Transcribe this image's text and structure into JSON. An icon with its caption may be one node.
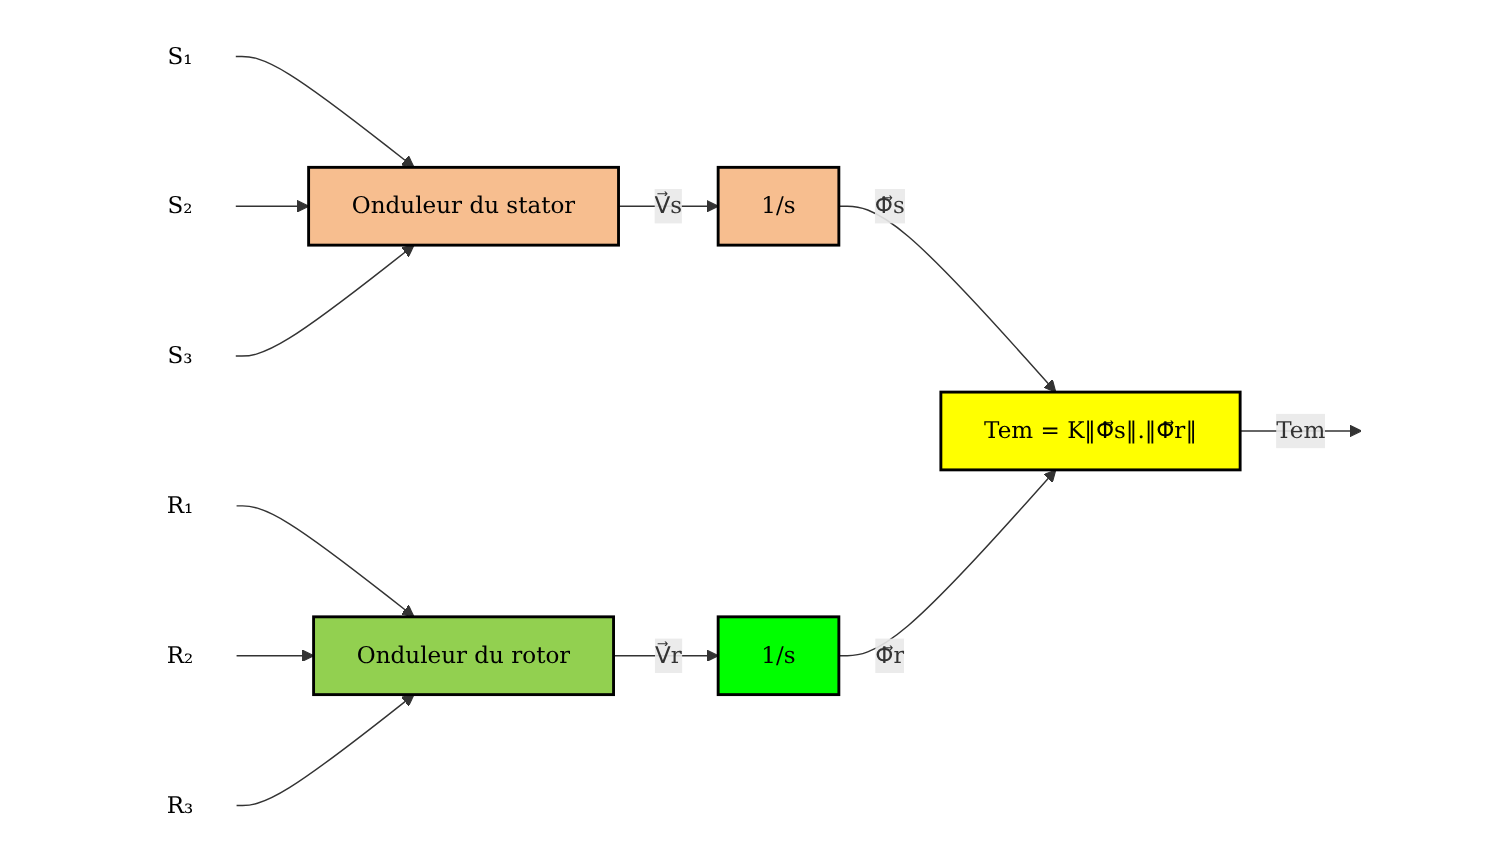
{
  "diagram": {
    "nodes": [
      {
        "text": [
          "S₁"
        ]
      },
      {
        "text": [
          "S₂"
        ]
      },
      {
        "text": [
          "S₃"
        ]
      },
      {
        "text": [
          "Onduleur du stator"
        ]
      },
      {
        "text": [
          "1/s"
        ]
      },
      {
        "text": [
          "Tem = K‖Φ⃗s‖.‖Φ⃗r‖"
        ]
      },
      {
        "text": [
          "R₁"
        ]
      },
      {
        "text": [
          "R₂"
        ]
      },
      {
        "text": [
          "R₃"
        ]
      },
      {
        "text": [
          "Onduleur du rotor"
        ]
      },
      {
        "text": [
          "1/s"
        ]
      }
    ],
    "edges": [
      {
        "from": 0,
        "to": 3,
        "arrow": "to"
      },
      {
        "from": 1,
        "to": 3,
        "arrow": "to"
      },
      {
        "from": 2,
        "to": 3,
        "arrow": "to"
      },
      {
        "from": 3,
        "to": 4,
        "arrow": "to",
        "label": "V⃗s"
      },
      {
        "from": 4,
        "to": 5,
        "arrow": "to",
        "label": "Φ⃗s"
      },
      {
        "from": 10,
        "to": 5,
        "arrow": "to",
        "label": "Φ⃗r"
      },
      {
        "from": 5,
        "to": null,
        "arrow": "to",
        "label": "Tem"
      },
      {
        "from": 6,
        "to": 9,
        "arrow": "to"
      },
      {
        "from": 7,
        "to": 9,
        "arrow": "to"
      },
      {
        "from": 8,
        "to": 9,
        "arrow": "to"
      },
      {
        "from": 9,
        "to": 10,
        "arrow": "to",
        "label": "V⃗r"
      }
    ]
  }
}
